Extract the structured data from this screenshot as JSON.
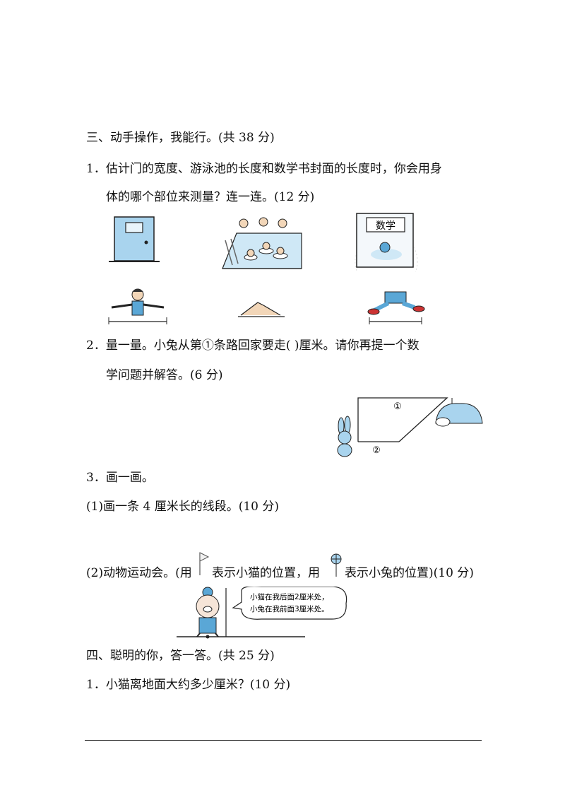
{
  "section3": {
    "heading": "三、动手操作，我能行。(共 38 分)",
    "q1": {
      "line1": "1．估计门的宽度、游泳池的长度和数学书封面的长度时，你会用身",
      "line2": "体的哪个部位来测量？连一连。(12 分)",
      "book_title": "数学"
    },
    "q2": {
      "line1": "2．量一量。小兔从第①条路回家要走(        )厘米。请你再提一个数",
      "line2": "学问题并解答。(6 分)",
      "route1": "①",
      "route2": "②"
    },
    "q3": {
      "title": "3．画一画。",
      "part1": "(1)画一条 4 厘米长的线段。(10 分)",
      "part2_a": "(2)动物运动会。(用",
      "part2_b": "表示小猫的位置，用",
      "part2_c": "表示小兔的位置)(10 分)",
      "bubble_line1": "小猫在我后面2厘米处，",
      "bubble_line2": "小兔在我前面3厘米处。"
    }
  },
  "section4": {
    "heading": "四、聪明的你，答一答。(共 25 分)",
    "q1": "1．小猫离地面大约多少厘米？(10 分)"
  },
  "colors": {
    "ink": "#111111",
    "light_blue": "#a9d4ee",
    "mid_blue": "#5aa7d6",
    "water": "#cfe8f6"
  }
}
